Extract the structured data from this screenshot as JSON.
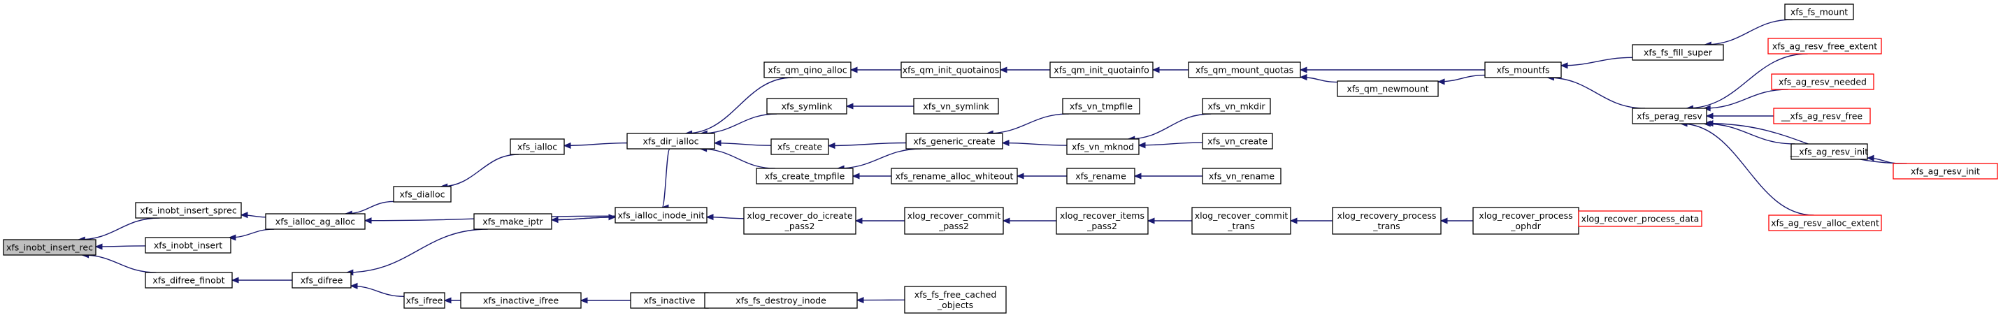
{
  "colors": {
    "edge": "#191970",
    "border_normal": "#000000",
    "border_truncated": "#ff0000",
    "selected_fill": "#bfbfbf"
  },
  "nodes": [
    {
      "id": "n0",
      "lines": [
        "xfs_inobt_insert_rec"
      ],
      "style": "selected"
    },
    {
      "id": "n1",
      "lines": [
        "xfs_inobt_insert_sprec"
      ]
    },
    {
      "id": "n2",
      "lines": [
        "xfs_inobt_insert"
      ]
    },
    {
      "id": "n3",
      "lines": [
        "xfs_difree_finobt"
      ]
    },
    {
      "id": "n4",
      "lines": [
        "xfs_ialloc_ag_alloc"
      ]
    },
    {
      "id": "n5",
      "lines": [
        "xfs_difree"
      ]
    },
    {
      "id": "n6",
      "lines": [
        "xfs_dialloc"
      ]
    },
    {
      "id": "n7",
      "lines": [
        "xfs_make_iptr"
      ]
    },
    {
      "id": "n8",
      "lines": [
        "xfs_ifree"
      ]
    },
    {
      "id": "n9",
      "lines": [
        "xfs_ialloc"
      ]
    },
    {
      "id": "n10",
      "lines": [
        "xfs_ialloc_inode_init"
      ]
    },
    {
      "id": "n11",
      "lines": [
        "xfs_inactive_ifree"
      ]
    },
    {
      "id": "n12",
      "lines": [
        "xfs_dir_ialloc"
      ]
    },
    {
      "id": "n13",
      "lines": [
        "xlog_recover_do_icreate",
        "_pass2"
      ]
    },
    {
      "id": "n14",
      "lines": [
        "xfs_inactive"
      ]
    },
    {
      "id": "n15",
      "lines": [
        "xfs_qm_qino_alloc"
      ]
    },
    {
      "id": "n16",
      "lines": [
        "xfs_symlink"
      ]
    },
    {
      "id": "n17",
      "lines": [
        "xfs_create"
      ]
    },
    {
      "id": "n18",
      "lines": [
        "xfs_create_tmpfile"
      ]
    },
    {
      "id": "n19",
      "lines": [
        "xlog_recover_commit",
        "_pass2"
      ]
    },
    {
      "id": "n20",
      "lines": [
        "xfs_fs_destroy_inode"
      ]
    },
    {
      "id": "n21",
      "lines": [
        "xfs_qm_init_quotainos"
      ]
    },
    {
      "id": "n22",
      "lines": [
        "xfs_vn_symlink"
      ]
    },
    {
      "id": "n23",
      "lines": [
        "xfs_generic_create"
      ]
    },
    {
      "id": "n24",
      "lines": [
        "xfs_rename_alloc_whiteout"
      ]
    },
    {
      "id": "n25",
      "lines": [
        "xlog_recover_items",
        "_pass2"
      ]
    },
    {
      "id": "n26",
      "lines": [
        "xfs_fs_free_cached",
        "_objects"
      ]
    },
    {
      "id": "n27",
      "lines": [
        "xfs_qm_init_quotainfo"
      ]
    },
    {
      "id": "n28",
      "lines": [
        "xfs_vn_tmpfile"
      ]
    },
    {
      "id": "n29",
      "lines": [
        "xfs_vn_mknod"
      ]
    },
    {
      "id": "n30",
      "lines": [
        "xfs_rename"
      ]
    },
    {
      "id": "n31",
      "lines": [
        "xlog_recover_commit",
        "_trans"
      ]
    },
    {
      "id": "n32",
      "lines": [
        "xfs_qm_mount_quotas"
      ]
    },
    {
      "id": "n33",
      "lines": [
        "xfs_vn_mkdir"
      ]
    },
    {
      "id": "n34",
      "lines": [
        "xfs_vn_create"
      ]
    },
    {
      "id": "n35",
      "lines": [
        "xfs_vn_rename"
      ]
    },
    {
      "id": "n36",
      "lines": [
        "xlog_recovery_process",
        "_trans"
      ]
    },
    {
      "id": "n37",
      "lines": [
        "xfs_qm_newmount"
      ]
    },
    {
      "id": "n38",
      "lines": [
        "xlog_recover_process",
        "_ophdr"
      ]
    },
    {
      "id": "n39",
      "lines": [
        "xfs_mountfs"
      ]
    },
    {
      "id": "n40",
      "lines": [
        "xlog_recover_process_data"
      ],
      "style": "red"
    },
    {
      "id": "n41",
      "lines": [
        "xfs_fs_fill_super"
      ]
    },
    {
      "id": "n42",
      "lines": [
        "xfs_perag_resv"
      ]
    },
    {
      "id": "n43",
      "lines": [
        "xfs_fs_mount"
      ]
    },
    {
      "id": "n44",
      "lines": [
        "xfs_ag_resv_free_extent"
      ],
      "style": "red"
    },
    {
      "id": "n45",
      "lines": [
        "xfs_ag_resv_needed"
      ],
      "style": "red"
    },
    {
      "id": "n46",
      "lines": [
        "__xfs_ag_resv_free"
      ],
      "style": "red"
    },
    {
      "id": "n47",
      "lines": [
        "__xfs_ag_resv_init"
      ]
    },
    {
      "id": "n48",
      "lines": [
        "xfs_ag_resv_alloc_extent"
      ],
      "style": "red"
    },
    {
      "id": "n49",
      "lines": [
        "xfs_ag_resv_init"
      ],
      "style": "red"
    }
  ],
  "edges": [
    [
      "n1",
      "n0"
    ],
    [
      "n2",
      "n0"
    ],
    [
      "n3",
      "n0"
    ],
    [
      "n4",
      "n1"
    ],
    [
      "n4",
      "n2"
    ],
    [
      "n5",
      "n3"
    ],
    [
      "n6",
      "n4"
    ],
    [
      "n10",
      "n4"
    ],
    [
      "n7",
      "n5"
    ],
    [
      "n8",
      "n5"
    ],
    [
      "n9",
      "n6"
    ],
    [
      "n7",
      "n10"
    ],
    [
      "n10",
      "n7"
    ],
    [
      "n11",
      "n8"
    ],
    [
      "n12",
      "n9"
    ],
    [
      "n12",
      "n10"
    ],
    [
      "n13",
      "n10"
    ],
    [
      "n14",
      "n11"
    ],
    [
      "n15",
      "n12"
    ],
    [
      "n16",
      "n12"
    ],
    [
      "n17",
      "n12"
    ],
    [
      "n18",
      "n12"
    ],
    [
      "n19",
      "n13"
    ],
    [
      "n20",
      "n14"
    ],
    [
      "n21",
      "n15"
    ],
    [
      "n22",
      "n16"
    ],
    [
      "n23",
      "n17"
    ],
    [
      "n23",
      "n18"
    ],
    [
      "n24",
      "n18"
    ],
    [
      "n25",
      "n19"
    ],
    [
      "n26",
      "n20"
    ],
    [
      "n27",
      "n21"
    ],
    [
      "n28",
      "n23"
    ],
    [
      "n29",
      "n23"
    ],
    [
      "n30",
      "n24"
    ],
    [
      "n31",
      "n25"
    ],
    [
      "n32",
      "n27"
    ],
    [
      "n33",
      "n29"
    ],
    [
      "n34",
      "n29"
    ],
    [
      "n35",
      "n30"
    ],
    [
      "n36",
      "n31"
    ],
    [
      "n37",
      "n32"
    ],
    [
      "n39",
      "n32"
    ],
    [
      "n39",
      "n37"
    ],
    [
      "n38",
      "n36"
    ],
    [
      "n40",
      "n38"
    ],
    [
      "n41",
      "n39"
    ],
    [
      "n42",
      "n39"
    ],
    [
      "n43",
      "n41"
    ],
    [
      "n44",
      "n42"
    ],
    [
      "n45",
      "n42"
    ],
    [
      "n46",
      "n42"
    ],
    [
      "n47",
      "n42"
    ],
    [
      "n48",
      "n42"
    ],
    [
      "n49",
      "n42"
    ],
    [
      "n49",
      "n47"
    ]
  ]
}
